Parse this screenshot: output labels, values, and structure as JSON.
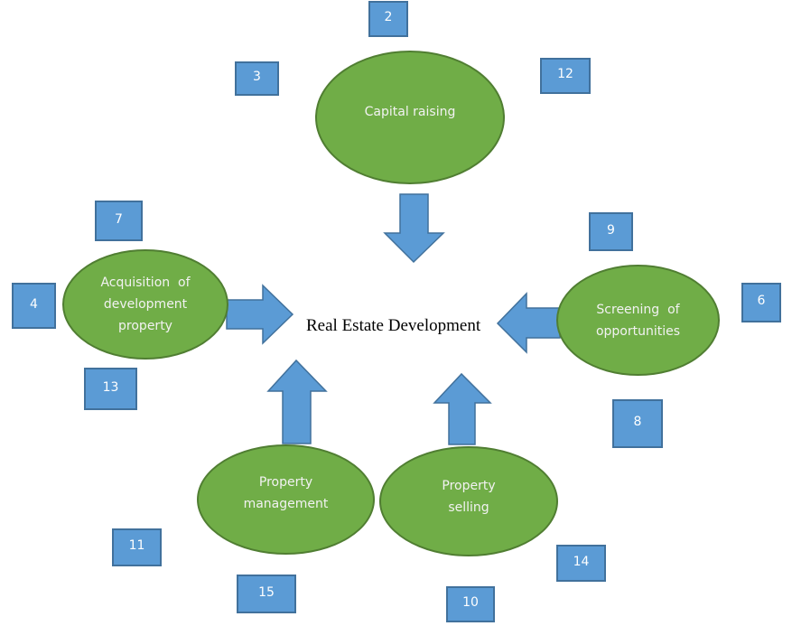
{
  "title": "Real Estate Development",
  "colors": {
    "node_fill": "#70ad47",
    "node_border": "#507e32",
    "node_text": "#f2f2f2",
    "box_fill": "#5b9bd5",
    "box_border": "#41719c",
    "arrow_fill": "#5b9bd5"
  },
  "nodes": [
    {
      "id": "capital-raising",
      "lines": [
        "Capital raising"
      ]
    },
    {
      "id": "acquisition",
      "lines": [
        "Acquisition  of",
        "development",
        "property"
      ]
    },
    {
      "id": "screening",
      "lines": [
        "Screening  of",
        "opportunities"
      ]
    },
    {
      "id": "property-management",
      "lines": [
        "Property",
        "management"
      ]
    },
    {
      "id": "property-selling",
      "lines": [
        "Property",
        "selling"
      ]
    }
  ],
  "number_boxes": [
    "2",
    "3",
    "12",
    "7",
    "4",
    "13",
    "9",
    "6",
    "8",
    "11",
    "15",
    "10",
    "14"
  ]
}
